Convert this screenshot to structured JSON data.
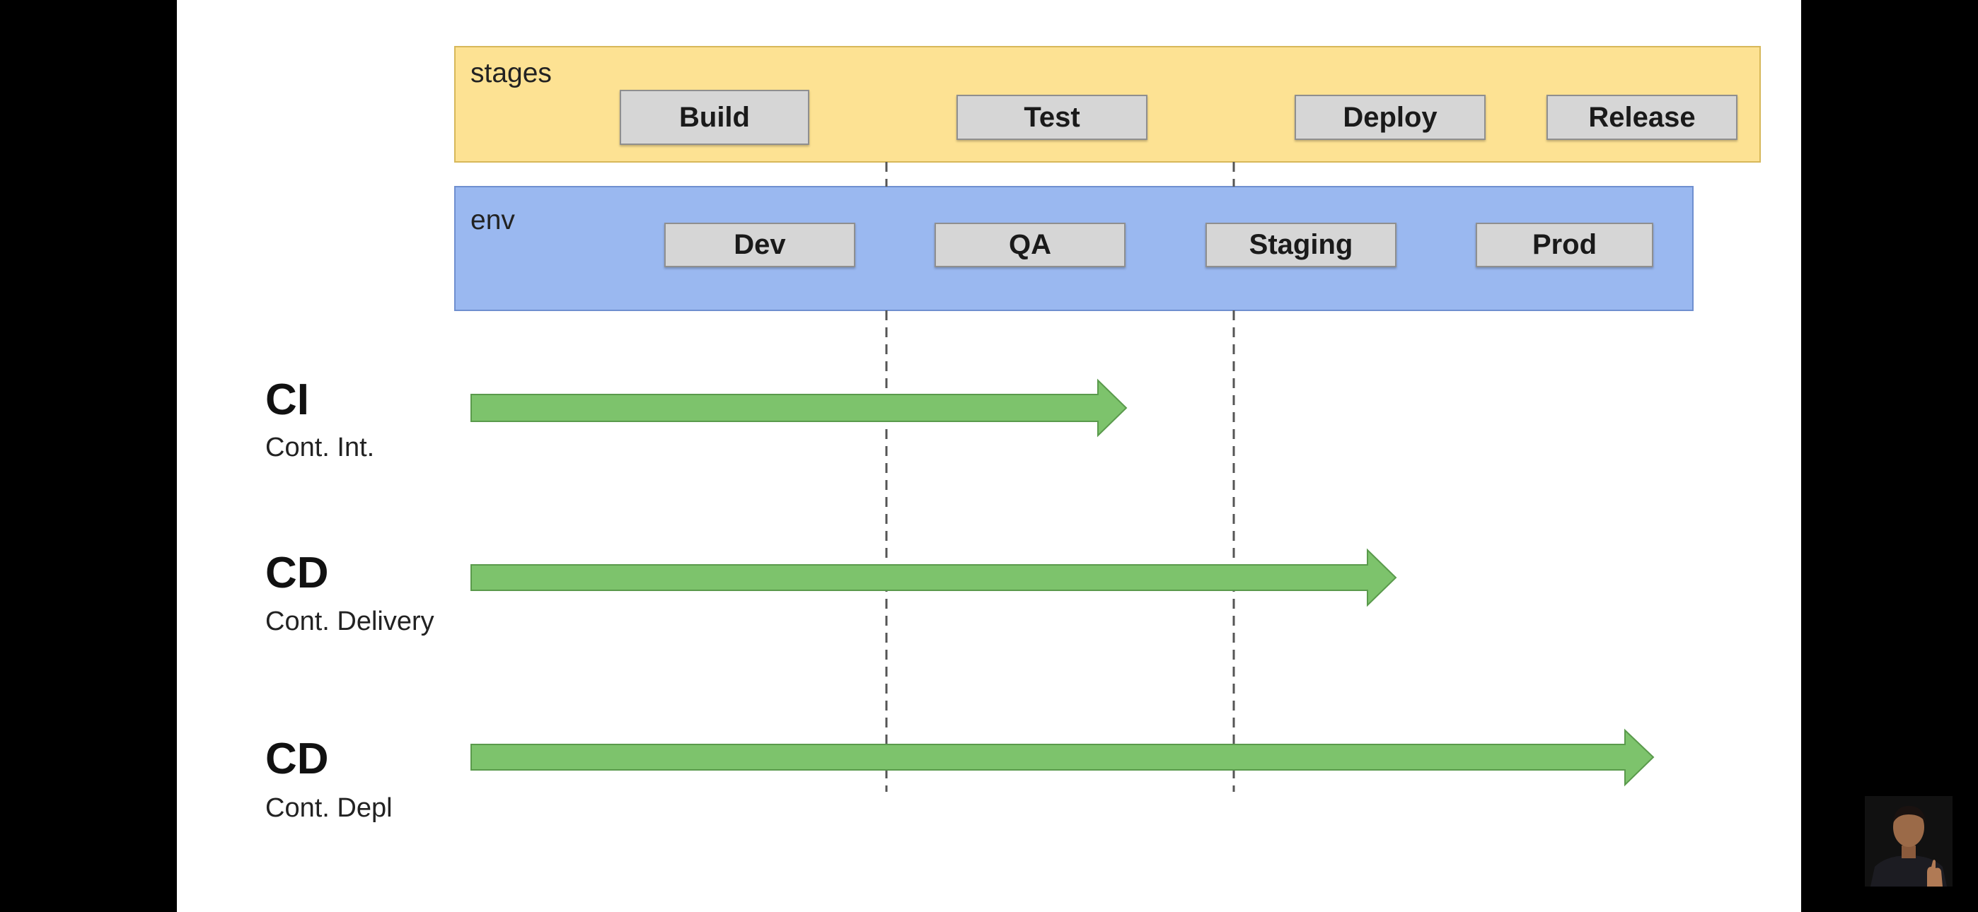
{
  "stages": {
    "label": "stages",
    "items": [
      "Build",
      "Test",
      "Deploy",
      "Release"
    ],
    "color": "#fde293"
  },
  "env": {
    "label": "env",
    "items": [
      "Dev",
      "QA",
      "Staging",
      "Prod"
    ],
    "color": "#9ab8f0"
  },
  "rows": [
    {
      "title": "CI",
      "subtitle": "Cont. Int."
    },
    {
      "title": "CD",
      "subtitle": "Cont. Delivery"
    },
    {
      "title": "CD",
      "subtitle": "Cont. Depl"
    }
  ],
  "arrow_color": "#7dc36c",
  "presenter_icon": "presenter-video-thumbnail"
}
